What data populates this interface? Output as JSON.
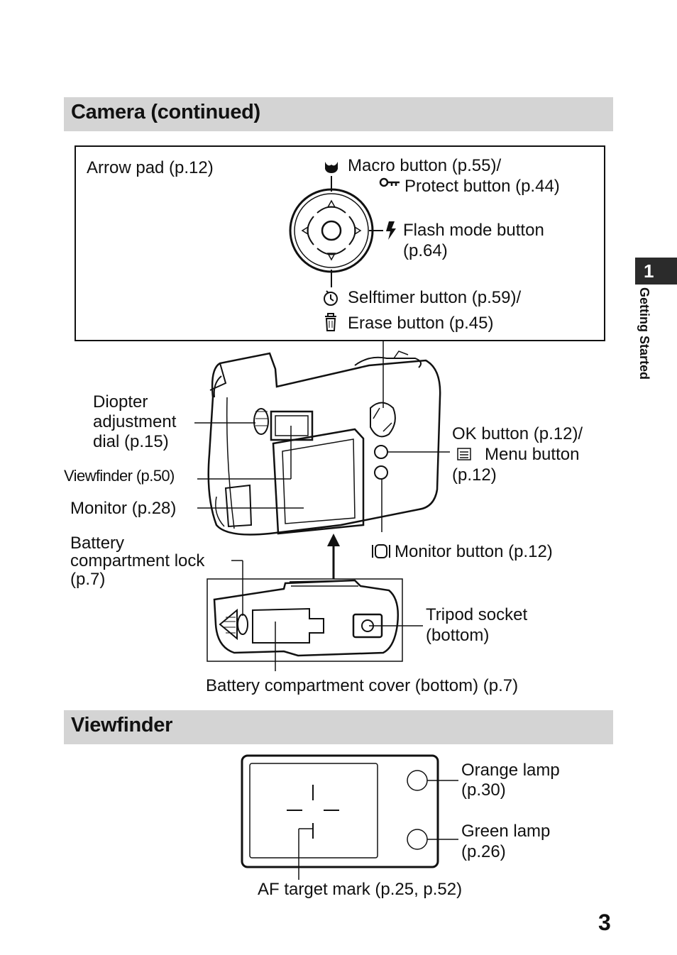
{
  "sections": {
    "camera_title": "Camera (continued)",
    "viewfinder_title": "Viewfinder"
  },
  "side_tab": {
    "number": "1",
    "label": "Getting Started"
  },
  "page_number": "3",
  "arrow_pad": {
    "title": "Arrow pad (p.12)",
    "macro_button": "Macro button (p.55)/",
    "protect_button": "Protect button (p.44)",
    "flash_mode_button": "Flash mode button",
    "flash_mode_page": "(p.64)",
    "selftimer_button": "Selftimer button (p.59)/",
    "erase_button": "Erase button (p.45)"
  },
  "camera_labels": {
    "diopter_line1": "Diopter",
    "diopter_line2": "adjustment",
    "diopter_line3": "dial (p.15)",
    "viewfinder": "Viewfinder (p.50)",
    "monitor": "Monitor (p.28)",
    "battery_lock_line1": "Battery",
    "battery_lock_line2": "compartment lock",
    "battery_lock_line3": "(p.7)",
    "ok_button": "OK button (p.12)/",
    "menu_button": "Menu button",
    "menu_page": "(p.12)",
    "monitor_button": "Monitor button (p.12)",
    "tripod_line1": "Tripod socket",
    "tripod_line2": "(bottom)",
    "battery_cover": "Battery compartment cover (bottom) (p.7)"
  },
  "viewfinder_labels": {
    "orange_lamp": "Orange lamp",
    "orange_page": "(p.30)",
    "green_lamp": "Green lamp",
    "green_page": "(p.26)",
    "af_target": "AF target mark (p.25, p.52)"
  },
  "icons": [
    "macro-icon",
    "key-icon",
    "flash-icon",
    "selftimer-icon",
    "trash-icon",
    "menu-icon",
    "monitor-icon"
  ]
}
